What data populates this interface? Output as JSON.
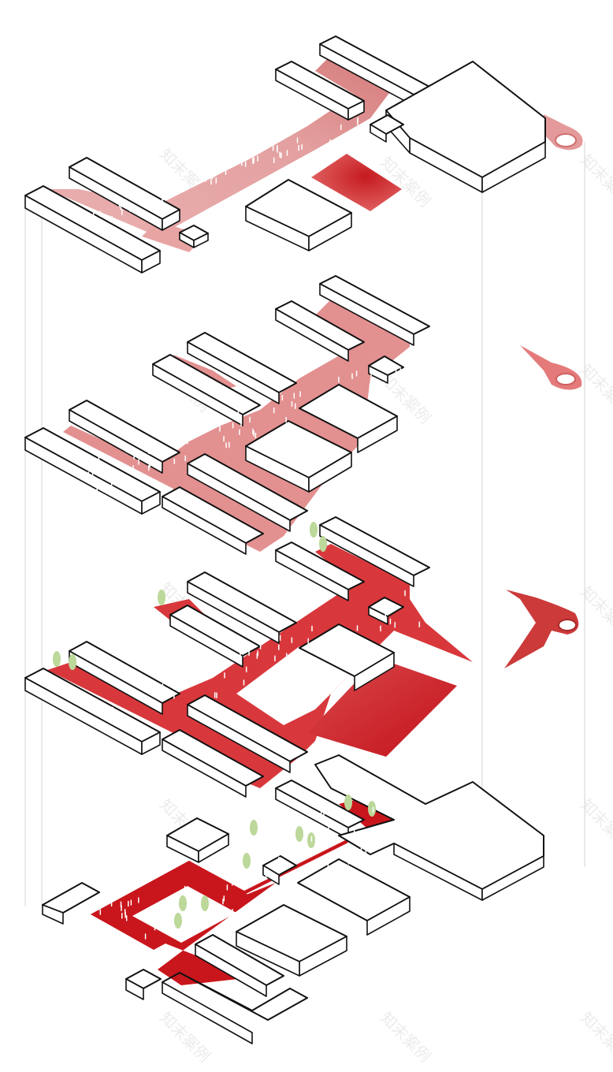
{
  "watermark": {
    "text": "知末案例"
  },
  "colors": {
    "path_light": "#e8a3a3",
    "path_mid": "#d65a5a",
    "path_dark": "#c8161c",
    "building_fill": "#ffffff",
    "outline": "#111111",
    "tree": "#bcd89a",
    "guide_line": "#d4d4d4"
  },
  "layers": [
    {
      "name": "level-4",
      "tint": "light"
    },
    {
      "name": "level-3",
      "tint": "light"
    },
    {
      "name": "level-2",
      "tint": "mid"
    },
    {
      "name": "level-1",
      "tint": "dark"
    }
  ],
  "icons": [
    "tree-icon",
    "ring-ramp-icon"
  ]
}
